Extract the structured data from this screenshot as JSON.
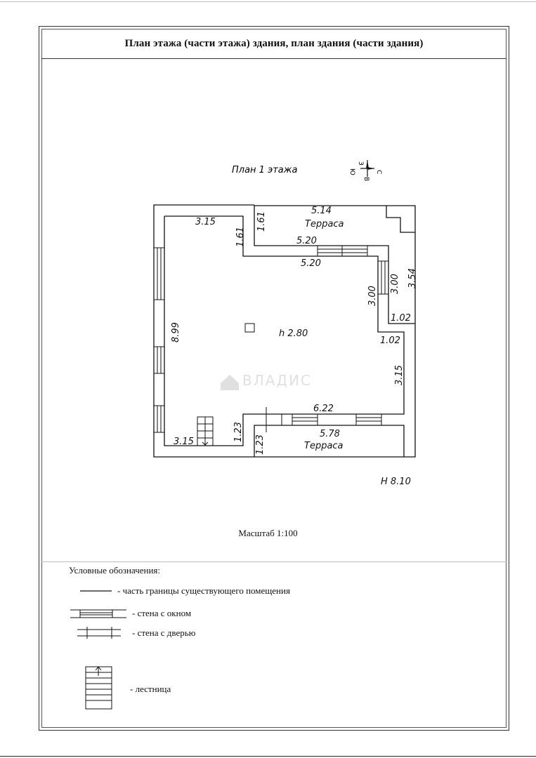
{
  "header": {
    "title": "План этажа (части этажа) здания, план здания (части здания)"
  },
  "plan": {
    "floor_label": "План 1 этажа",
    "compass": {
      "north": "С",
      "west": "З",
      "south": "Ю",
      "east": "В"
    },
    "ceiling_height": "h 2.80",
    "elevation": "Н 8.10",
    "watermark": "ВЛАДИС",
    "terrace_top_label": "Терраса",
    "terrace_bottom_label": "Терраса",
    "dimensions": {
      "top_left_width": "3.15",
      "inner_step": "1.61",
      "terrace_top_step": "1.61",
      "terrace_top_width": "5.14",
      "notch_top": "5.20",
      "notch_bottom": "5.20",
      "right_inner_height": "3.00",
      "right_outer_height": "3.00",
      "right_total_height": "3.54",
      "right_step_outer": "1.02",
      "right_step_inner": "1.02",
      "left_height": "8.99",
      "right_lower_height": "3.15",
      "bottom_inner_width": "6.22",
      "bottom_terrace_width": "5.78",
      "bottom_left_width": "3.15",
      "bottom_step": "1.23",
      "bottom_terrace_step": "1.23"
    }
  },
  "scale": "Масштаб 1:100",
  "legend": {
    "title": "Условные обозначения:",
    "items": [
      {
        "label": "- часть границы существующего помещения"
      },
      {
        "label": "- стена с окном"
      },
      {
        "label": "- стена с дверью"
      },
      {
        "label": "- лестница"
      }
    ]
  }
}
